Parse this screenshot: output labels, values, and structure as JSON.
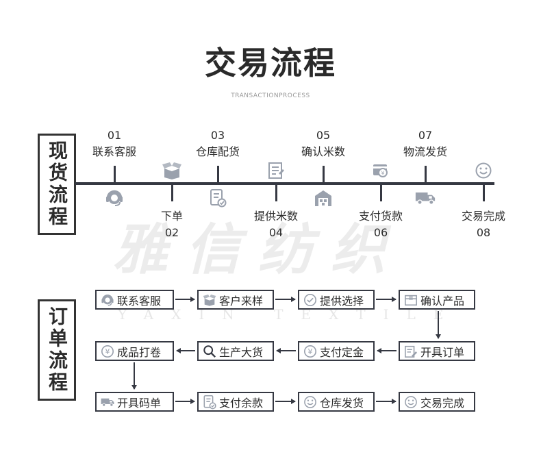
{
  "header": {
    "title": "交易流程",
    "subtitle": "TRANSACTIONPROCESS"
  },
  "watermark": {
    "brand": "雅信纺织",
    "brand_en": "YAXIN TEXTILE"
  },
  "spot_flow": {
    "label": "现货流程",
    "steps": [
      {
        "num": "01",
        "name": "联系客服",
        "icon": "headset-icon"
      },
      {
        "num": "02",
        "name": "下单",
        "icon": "open-box-icon"
      },
      {
        "num": "03",
        "name": "仓库配货",
        "icon": "checklist-icon"
      },
      {
        "num": "04",
        "name": "提供米数",
        "icon": "document-icon"
      },
      {
        "num": "05",
        "name": "确认米数",
        "icon": "warehouse-icon"
      },
      {
        "num": "06",
        "name": "支付货款",
        "icon": "payment-icon"
      },
      {
        "num": "07",
        "name": "物流发货",
        "icon": "truck-icon"
      },
      {
        "num": "08",
        "name": "交易完成",
        "icon": "smiley-icon"
      }
    ]
  },
  "order_flow": {
    "label": "订单流程",
    "row1": [
      {
        "name": "联系客服",
        "icon": "headset-icon"
      },
      {
        "name": "客户来样",
        "icon": "open-box-icon"
      },
      {
        "name": "提供选择",
        "icon": "check-circle-icon"
      },
      {
        "name": "确认产品",
        "icon": "box-icon"
      }
    ],
    "row2": [
      {
        "name": "成品打卷",
        "icon": "yen-circle-icon"
      },
      {
        "name": "生产大货",
        "icon": "magnifier-icon"
      },
      {
        "name": "支付定金",
        "icon": "yen-circle-icon"
      },
      {
        "name": "开具订单",
        "icon": "edit-document-icon"
      }
    ],
    "row3": [
      {
        "name": "开具码单",
        "icon": "truck-icon"
      },
      {
        "name": "支付余款",
        "icon": "checklist-icon"
      },
      {
        "name": "仓库发货",
        "icon": "smiley-icon"
      },
      {
        "name": "交易完成",
        "icon": "smiley-icon"
      }
    ]
  },
  "colors": {
    "line": "#353842",
    "text": "#2b2b2b",
    "icon_gray": "#9aa1ad",
    "watermark": "#ececec"
  }
}
